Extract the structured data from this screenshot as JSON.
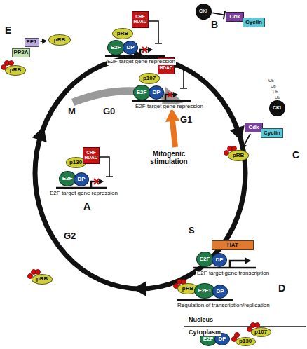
{
  "diagram": {
    "nodes": [
      {
        "text": [
          "PP1"
        ]
      },
      {
        "text": [
          "PP2A"
        ]
      },
      {
        "text": [
          "pRB"
        ]
      },
      {
        "text": [
          "pRB"
        ]
      },
      {
        "text": [
          "p130"
        ]
      },
      {
        "text": [
          "E2F"
        ]
      },
      {
        "text": [
          "DP"
        ]
      },
      {
        "text": [
          "CRF",
          "HDAC"
        ]
      },
      {
        "text": [
          "pRB"
        ]
      },
      {
        "text": [
          "E2F"
        ]
      },
      {
        "text": [
          "DP"
        ]
      },
      {
        "text": [
          "CRF",
          "HDAC"
        ]
      },
      {
        "text": [
          "p107"
        ]
      },
      {
        "text": [
          "E2F"
        ]
      },
      {
        "text": [
          "DP"
        ]
      },
      {
        "text": [
          "CRF",
          "HDAC"
        ]
      },
      {
        "text": [
          "CKI"
        ]
      },
      {
        "text": [
          "Cdk"
        ]
      },
      {
        "text": [
          "Cyclin"
        ]
      },
      {
        "text": [
          "CKI"
        ]
      },
      {
        "text": [
          "Cdk"
        ]
      },
      {
        "text": [
          "Cyclin"
        ]
      },
      {
        "text": [
          "pRB"
        ]
      },
      {
        "text": [
          "HAT"
        ]
      },
      {
        "text": [
          "E2F"
        ]
      },
      {
        "text": [
          "DP"
        ]
      },
      {
        "text": [
          "pRB"
        ]
      },
      {
        "text": [
          "E2F1"
        ]
      },
      {
        "text": [
          "DP"
        ]
      },
      {
        "text": [
          "pRB"
        ]
      },
      {
        "text": [
          "E2F"
        ]
      },
      {
        "text": [
          "DP"
        ]
      },
      {
        "text": [
          "p107"
        ]
      },
      {
        "text": [
          "p130"
        ]
      }
    ],
    "edges": [
      {
        "from": 16,
        "to": 17,
        "arrow": "to"
      },
      {
        "from": 0,
        "to": 2,
        "arrow": "to"
      },
      {
        "from": 20,
        "to": 22,
        "arrow": "to"
      }
    ],
    "labels": [
      "E",
      "M",
      "G0",
      "G1",
      "S",
      "G2",
      "A",
      "B",
      "C",
      "D",
      "Mitogenic stimulation",
      "E2F target gene repression",
      "E2F target gene repression",
      "E2F target gene repression",
      "Ub",
      "Ub",
      "Ub",
      "Ub",
      "E2F target gene transcription",
      "Regulation of transcription/replication",
      "Nucleus",
      "Cytoplasm"
    ]
  }
}
